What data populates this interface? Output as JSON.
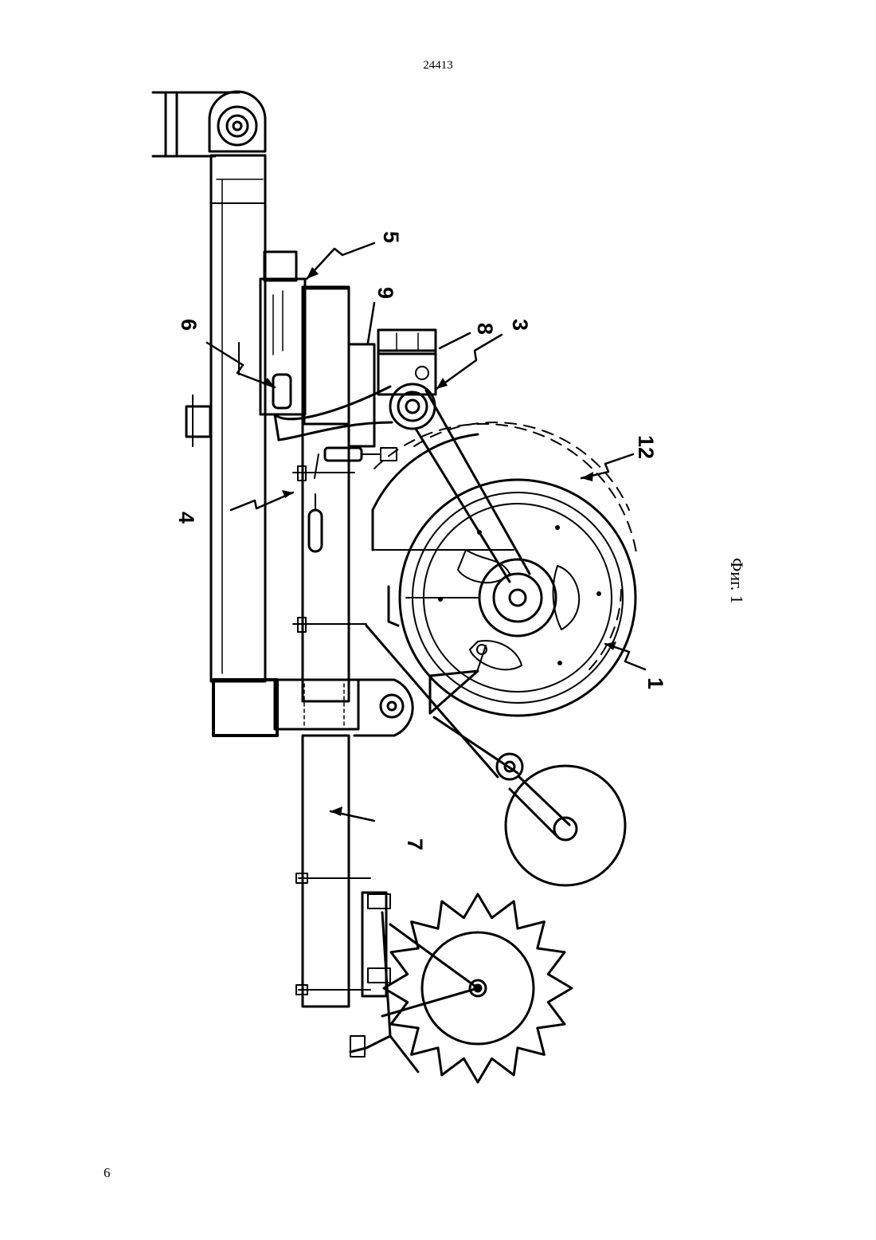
{
  "document": {
    "number": "24413",
    "page": "6"
  },
  "figure": {
    "caption": "Фиг. 1",
    "callouts": [
      {
        "id": "1",
        "label": "1"
      },
      {
        "id": "3",
        "label": "3"
      },
      {
        "id": "4",
        "label": "4"
      },
      {
        "id": "5",
        "label": "5"
      },
      {
        "id": "6",
        "label": "6"
      },
      {
        "id": "7",
        "label": "7"
      },
      {
        "id": "8",
        "label": "8"
      },
      {
        "id": "9",
        "label": "9"
      },
      {
        "id": "12",
        "label": "12"
      }
    ]
  }
}
